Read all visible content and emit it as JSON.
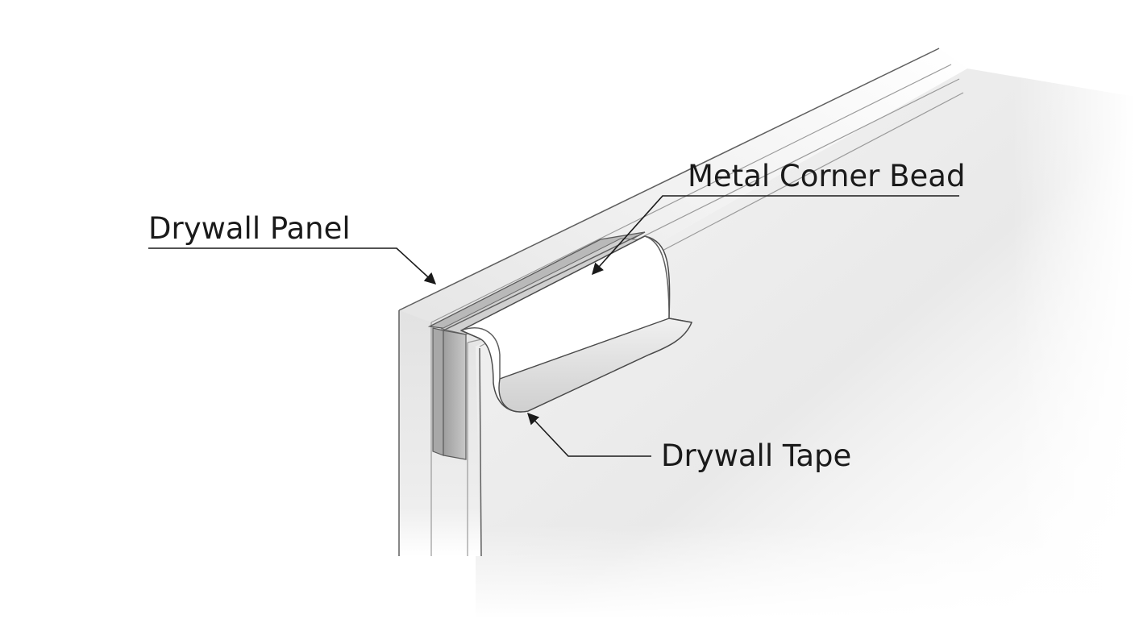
{
  "labels": {
    "drywall_panel": "Drywall Panel",
    "metal_corner_bead": "Metal Corner Bead",
    "drywall_tape": "Drywall Tape"
  },
  "colors": {
    "wall_face": "#ececec",
    "panel_edge": "#dcdcdc",
    "bead_metal": "#b4b4b4",
    "tape": "#ffffff",
    "line": "#1a1a1a"
  }
}
